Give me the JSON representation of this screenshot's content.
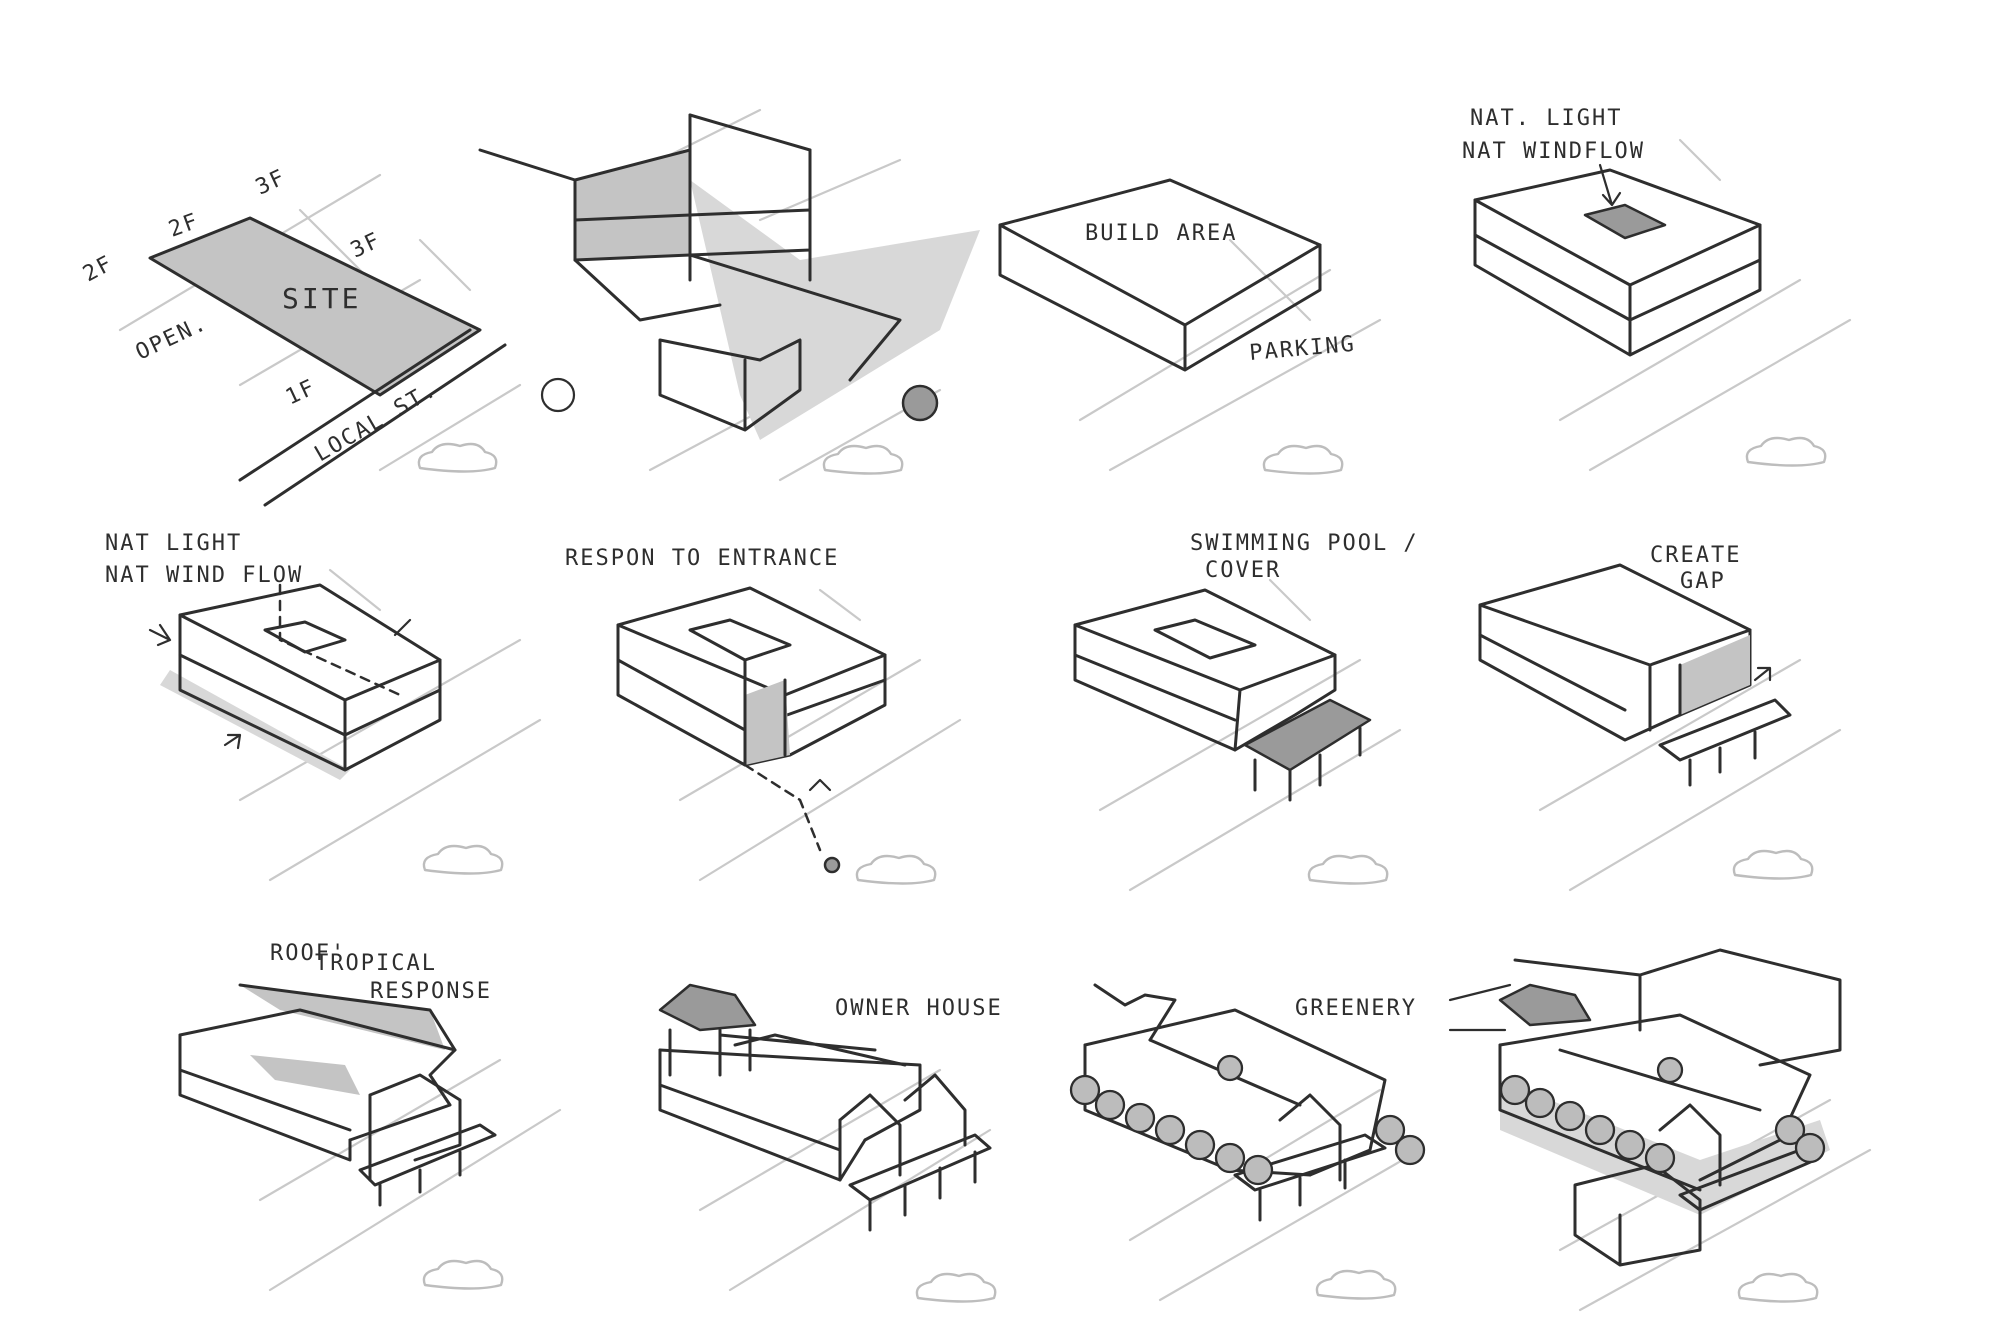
{
  "panels": [
    {
      "labels": {
        "site": "SITE",
        "f2a": "2F",
        "f2b": "2F",
        "f3a": "3F",
        "f3b": "3F",
        "f1": "1F",
        "open": "OPEN.",
        "street": "LOCAL ST."
      }
    },
    {
      "labels": {}
    },
    {
      "labels": {
        "build": "BUILD AREA",
        "parking": "PARKING"
      }
    },
    {
      "labels": {
        "line1": "NAT. LIGHT",
        "line2": "NAT WINDFLOW"
      }
    },
    {
      "labels": {
        "line1": "NAT LIGHT",
        "line2": "NAT WIND FLOW"
      }
    },
    {
      "labels": {
        "line1": "RESPON TO ENTRANCE"
      }
    },
    {
      "labels": {
        "line1": "SWIMMING POOL /",
        "line2": "COVER"
      }
    },
    {
      "labels": {
        "line1": "CREATE",
        "line2": "GAP"
      }
    },
    {
      "labels": {
        "line0": "ROOF'",
        "line1": "TROPICAL",
        "line2": "RESPONSE"
      }
    },
    {
      "labels": {
        "line1": "OWNER HOUSE"
      }
    },
    {
      "labels": {
        "line1": "GREENERY"
      }
    },
    {
      "labels": {}
    }
  ]
}
